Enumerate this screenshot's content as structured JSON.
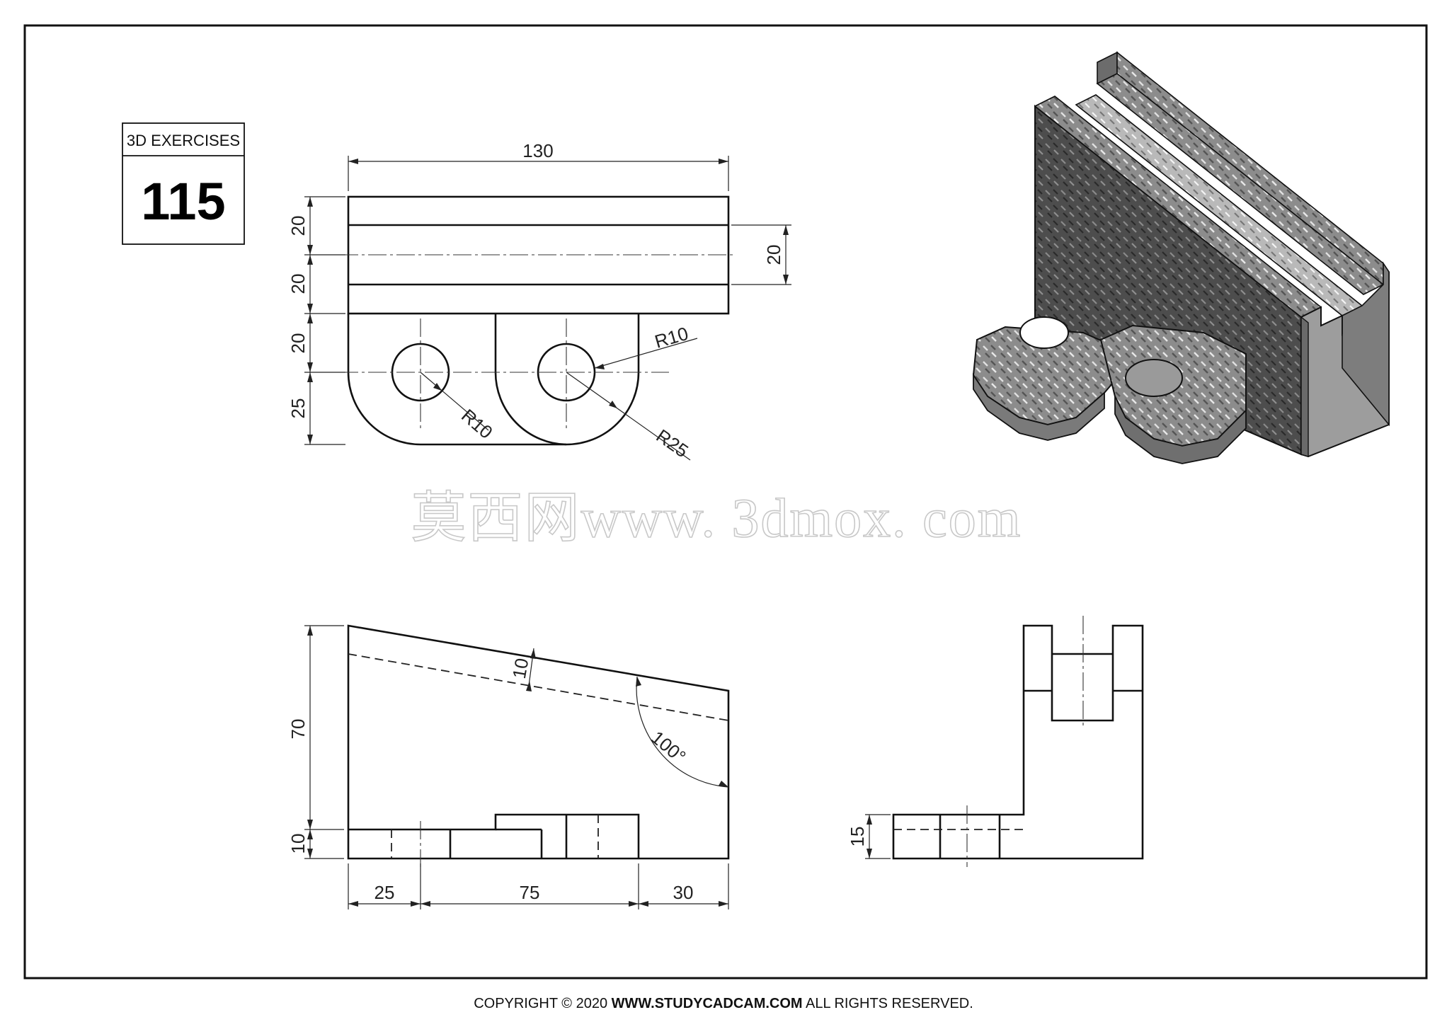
{
  "exercise": {
    "label": "3D EXERCISES",
    "number": "115"
  },
  "top_view": {
    "dims": {
      "overall_width": "130",
      "h1": "20",
      "h2": "20",
      "h3": "20",
      "h4": "25",
      "slot_width": "20"
    },
    "radii": {
      "hole_left": "R10",
      "hole_right": "R10",
      "outer": "R25"
    }
  },
  "front_view": {
    "dims": {
      "height": "70",
      "base_height": "10",
      "b1": "25",
      "b2": "75",
      "b3": "30",
      "offset": "10",
      "angle": "100°"
    }
  },
  "side_view": {
    "dims": {
      "flange_height": "15"
    }
  },
  "watermark": "莫西网www. 3dmox. com",
  "footer": {
    "prefix": "COPYRIGHT © 2020 ",
    "site": "WWW.STUDYCADCAM.COM",
    "suffix": " ALL RIGHTS RESERVED."
  },
  "colors": {
    "ink": "#111111",
    "iso_dark": "#4a4a4a",
    "iso_light": "#a9a9a9"
  },
  "iso_view": {
    "texture": "diamond-tread-plate",
    "shading": "metallic-grey"
  }
}
